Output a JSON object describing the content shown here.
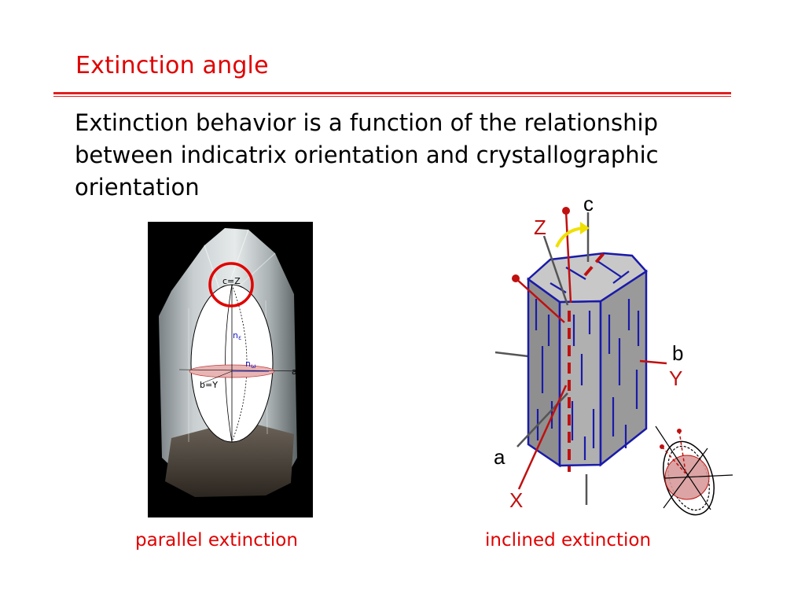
{
  "slide": {
    "title": "Extinction angle",
    "body": "Extinction behavior is a function of the relationship between indicatrix orientation and crystallographic orientation"
  },
  "left_figure": {
    "label_c_z": "c=Z",
    "label_n_epsilon_base": "n",
    "label_n_epsilon_sub": "ε",
    "label_n_omega_base": "n",
    "label_n_omega_sub": "ω",
    "label_b_y": "b=Y",
    "label_a": "a=",
    "caption": "parallel extinction"
  },
  "right_figure": {
    "label_c": "c",
    "label_z": "Z",
    "label_b": "b",
    "label_y": "Y",
    "label_a": "a",
    "label_x": "X",
    "caption": "inclined extinction"
  },
  "colors": {
    "title_red": "#e00000",
    "optic_red": "#c01010",
    "cleavage_blue": "#1a1aaa",
    "prism_gray": "#a8a8a8",
    "arrow_yellow": "#f0e000"
  }
}
